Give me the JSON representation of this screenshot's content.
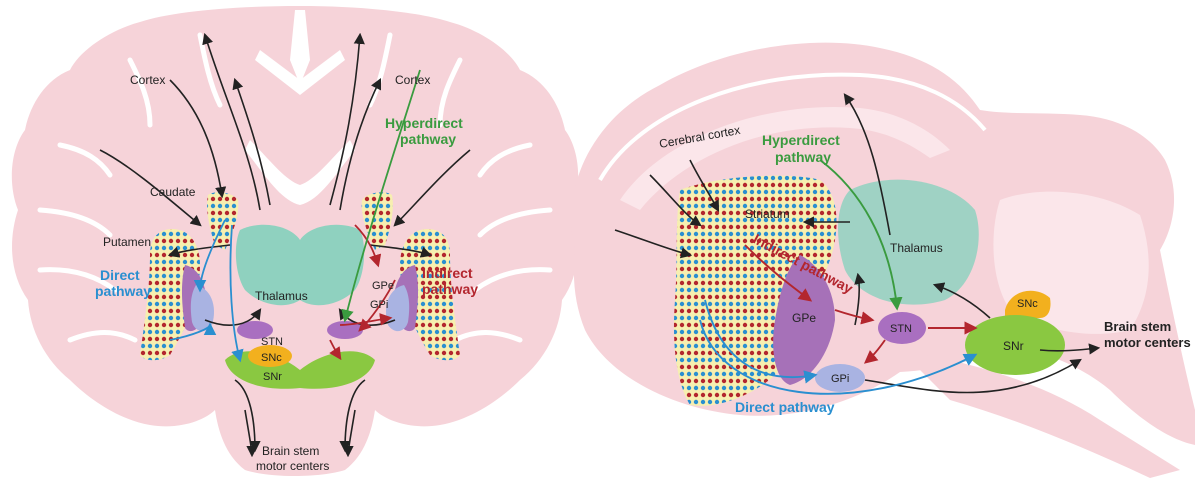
{
  "left": {
    "cortex_left": "Cortex",
    "cortex_right": "Cortex",
    "caudate": "Caudate",
    "putamen": "Putamen",
    "thalamus": "Thalamus",
    "direct_line1": "Direct",
    "direct_line2": "pathway",
    "hyper_line1": "Hyperdirect",
    "hyper_line2": "pathway",
    "indirect_line1": "Indirect",
    "indirect_line2": "pathway",
    "gpe": "GPe",
    "gpi": "GPi",
    "stn": "STN",
    "snc": "SNc",
    "snr": "SNr",
    "brainstem_line1": "Brain stem",
    "brainstem_line2": "motor centers"
  },
  "right": {
    "cerebral_cortex": "Cerebral cortex",
    "hyper_line1": "Hyperdirect",
    "hyper_line2": "pathway",
    "striatum": "Striatum",
    "indirect": "Indirect pathway",
    "thalamus": "Thalamus",
    "gpe": "GPe",
    "gpi": "GPi",
    "stn": "STN",
    "snc": "SNc",
    "snr": "SNr",
    "brainstem_line1": "Brain stem",
    "brainstem_line2": "motor centers",
    "direct": "Direct pathway"
  },
  "colors": {
    "brain": "#f6d3d9",
    "brain_light": "#fbe6ea",
    "striatum": "#f7efb0",
    "thalamus": "#8fd1bf",
    "gpe": "#a671b8",
    "gpi": "#a9b3e2",
    "stn": "#a96fc0",
    "snc": "#f2b01e",
    "snr": "#8ac841",
    "direct": "#2a8fd0",
    "indirect": "#b3262e",
    "hyperdirect": "#3a9b3f",
    "arrow": "#222222"
  }
}
